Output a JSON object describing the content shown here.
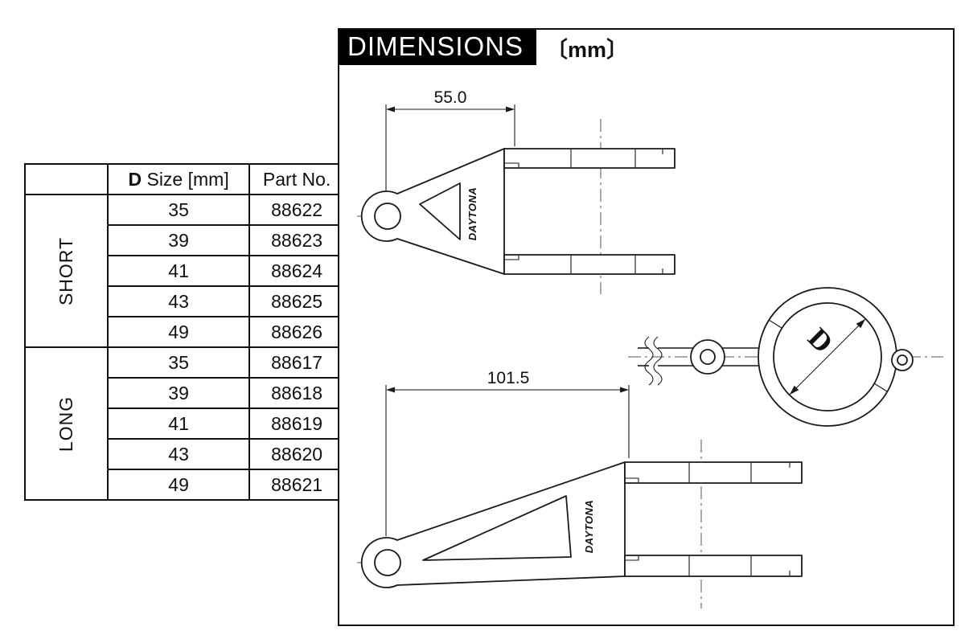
{
  "table": {
    "header": {
      "group": "",
      "size_bold": "D",
      "size_rest": " Size [mm]",
      "part": "Part No."
    },
    "groups": [
      {
        "label": "SHORT"
      },
      {
        "label": "LONG"
      }
    ],
    "rows": [
      {
        "size": "35",
        "part": "88622"
      },
      {
        "size": "39",
        "part": "88623"
      },
      {
        "size": "41",
        "part": "88624"
      },
      {
        "size": "43",
        "part": "88625"
      },
      {
        "size": "49",
        "part": "88626"
      },
      {
        "size": "35",
        "part": "88617"
      },
      {
        "size": "39",
        "part": "88618"
      },
      {
        "size": "41",
        "part": "88619"
      },
      {
        "size": "43",
        "part": "88620"
      },
      {
        "size": "49",
        "part": "88621"
      }
    ]
  },
  "panel": {
    "title": "DIMENSIONS",
    "unit": "〔mm〕",
    "short_view": {
      "dimension": "55.0",
      "brand": "DAYTONA"
    },
    "clamp_view": {
      "diameter_label": "D"
    },
    "long_view": {
      "dimension": "101.5",
      "brand": "DAYTONA"
    }
  },
  "colors": {
    "ink": "#1a1a1a",
    "title_bg": "#000000",
    "title_fg": "#ffffff",
    "centerline": "#555555"
  }
}
